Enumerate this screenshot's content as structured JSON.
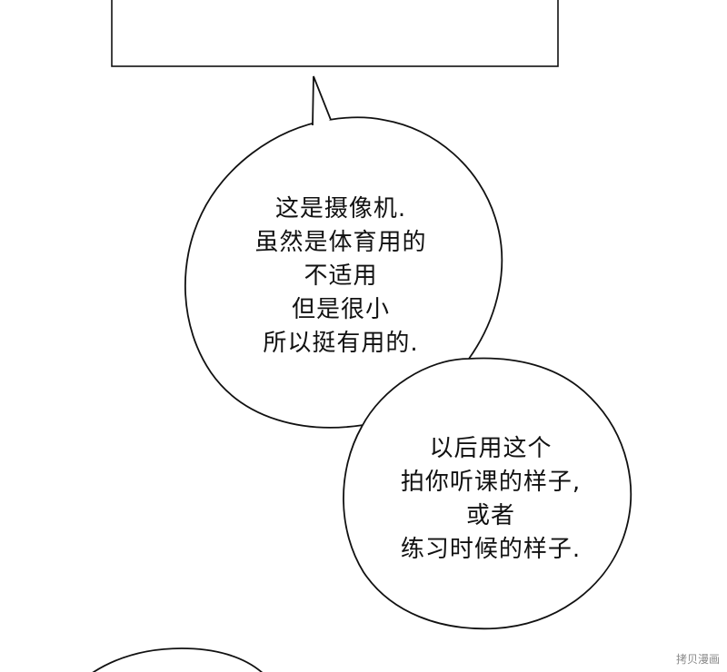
{
  "bubbles": [
    {
      "lines": [
        "这是摄像机.",
        "虽然是体育用的",
        "不适用",
        "但是很小",
        "所以挺有用的."
      ]
    },
    {
      "lines": [
        "以后用这个",
        "拍你听课的样子,",
        "或者",
        "练习时候的样子."
      ]
    }
  ],
  "watermark": "拷贝漫画",
  "colors": {
    "ink": "#111111",
    "background": "#ffffff",
    "watermark": "#8a8a8a"
  }
}
